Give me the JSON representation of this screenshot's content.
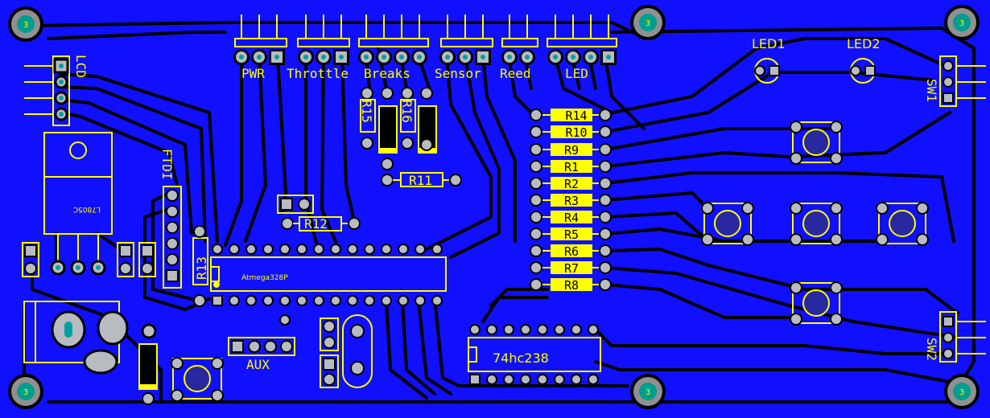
{
  "colors": {
    "board": "#1010ff",
    "copper": "#0000d8",
    "trace": "#000000",
    "silkscreen": "#ffff00",
    "pad": "#b8bcc0",
    "hole": "#00a0a0",
    "mount_ring": "#909090",
    "mount_hole": "#009e8e"
  },
  "mounting_holes": {
    "label": "3"
  },
  "headers": {
    "pwr": "PWR",
    "throttle": "Throttle",
    "breaks": "Breaks",
    "sensor": "Sensor",
    "reed": "Reed",
    "led": "LED",
    "lcd": "LCD",
    "ftdi": "FTDI",
    "aux": "AUX",
    "sw1": "SW1",
    "sw2": "SW2"
  },
  "leds": {
    "led1": "LED1",
    "led2": "LED2"
  },
  "resistors": {
    "r14": "R14",
    "r10": "R10",
    "r9": "R9",
    "r1": "R1",
    "r2": "R2",
    "r3": "R3",
    "r4": "R4",
    "r5": "R5",
    "r6": "R6",
    "r7": "R7",
    "r8": "R8",
    "r11": "R11",
    "r12": "R12",
    "r13": "R13",
    "r15": "R15",
    "r16": "R16"
  },
  "chips": {
    "mcu": "Atmega328P",
    "decoder": "74hc238",
    "regulator": "L7805C"
  }
}
